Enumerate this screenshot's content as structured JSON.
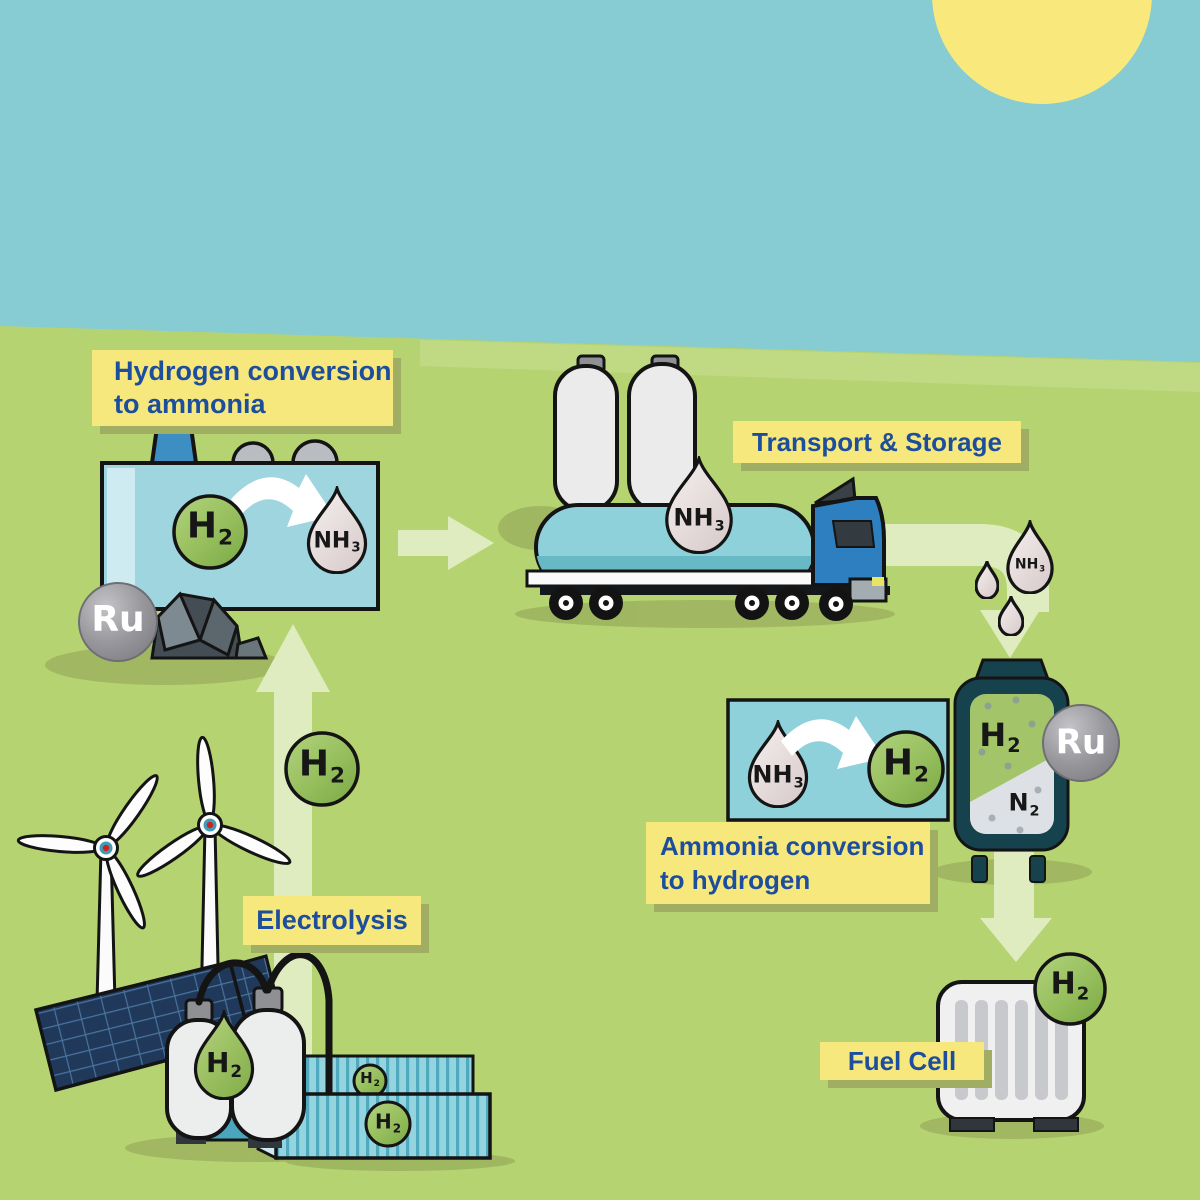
{
  "labels": {
    "hydrogen_conversion": {
      "line1": "Hydrogen conversion",
      "line2": "to ammonia"
    },
    "transport_storage": {
      "text": "Transport & Storage"
    },
    "electrolysis": {
      "text": "Electrolysis"
    },
    "ammonia_conversion": {
      "line1": "Ammonia conversion",
      "line2": "to hydrogen"
    },
    "fuel_cell": {
      "text": "Fuel Cell"
    }
  },
  "molecules": {
    "h2": {
      "base": "H",
      "sub": "2"
    },
    "nh3": {
      "base": "NH",
      "sub": "3"
    },
    "n2": {
      "base": "N",
      "sub": "2"
    },
    "ru": {
      "text": "Ru"
    }
  },
  "colors": {
    "sky": "#87cbd3",
    "sun": "#f9e97c",
    "ground": "#b5d471",
    "arrow_pale": "#dfecc0",
    "label_bg": "#f7e87d",
    "label_text": "#1d4e9d",
    "label_shadow": "#9fae62",
    "machine_teal": "#9ed5de",
    "tank_teal": "#8ed1da",
    "reactor_dark": "#16424e",
    "truck_blue": "#2e7fc0",
    "h2_green": "#8fbc58",
    "nh3_droplet": "#e9dfdf",
    "ru_gray": "#97979c",
    "container_blue": "#93d4de",
    "solar_navy": "#20395a",
    "outline": "#141414"
  }
}
